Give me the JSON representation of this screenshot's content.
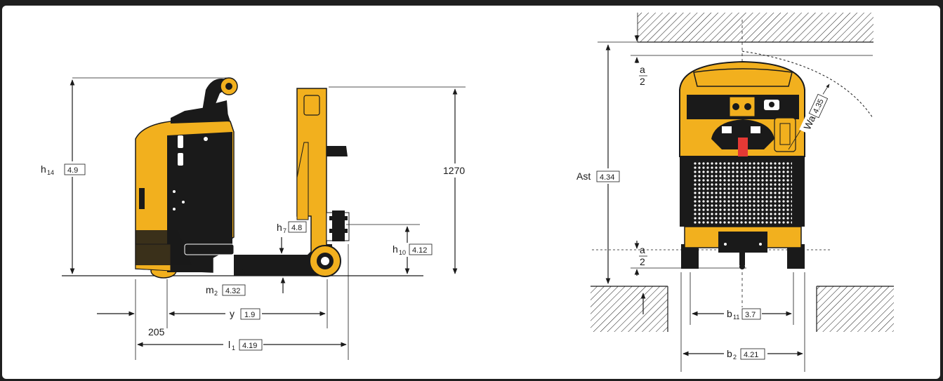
{
  "side_view": {
    "h14": {
      "label": "h",
      "sub": "14",
      "ref": "4.9"
    },
    "height_1270": "1270",
    "h7": {
      "label": "h",
      "sub": "7",
      "ref": "4.8"
    },
    "h10": {
      "label": "h",
      "sub": "10",
      "ref": "4.12"
    },
    "m2": {
      "label": "m",
      "sub": "2",
      "ref": "4.32"
    },
    "y": {
      "label": "y",
      "ref": "1.9"
    },
    "dim_205": "205",
    "l1": {
      "label": "l",
      "sub": "1",
      "ref": "4.19"
    }
  },
  "top_view": {
    "ast": {
      "label": "Ast",
      "ref": "4.34"
    },
    "wa": {
      "label": "Wa",
      "ref": "4.35"
    },
    "a_top": {
      "num": "a",
      "den": "2"
    },
    "a_bottom": {
      "num": "a",
      "den": "2"
    },
    "b11": {
      "label": "b",
      "sub": "11",
      "ref": "3.7"
    },
    "b2": {
      "label": "b",
      "sub": "2",
      "ref": "4.21"
    }
  },
  "colors": {
    "machine_yellow": "#F2B01E",
    "machine_black": "#1a1a1a",
    "accent_red": "#E53935",
    "background": "#1f1f1f"
  }
}
